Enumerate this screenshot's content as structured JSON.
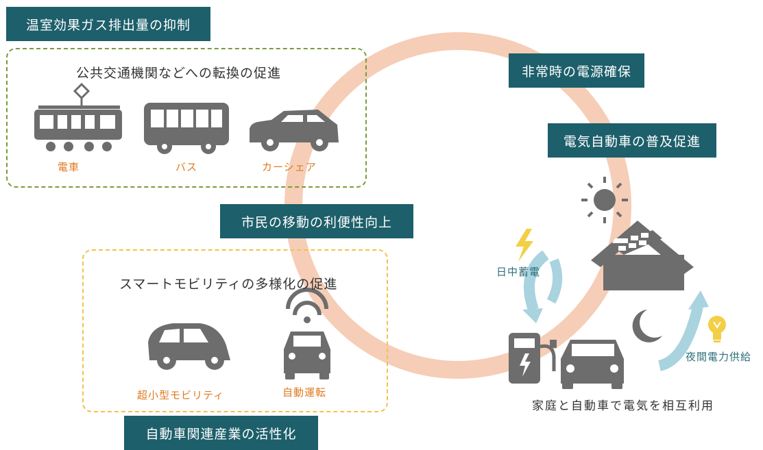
{
  "labels": {
    "ghg": "温室効果ガス排出量の抑制",
    "emergency": "非常時の電源確保",
    "ev": "電気自動車の普及促進",
    "mobility": "市民の移動の利便性向上",
    "industry": "自動車関連産業の活性化"
  },
  "public_transport": {
    "heading": "公共交通機関などへの転換の促進",
    "items": [
      "電車",
      "バス",
      "カーシェア"
    ]
  },
  "smart_mobility": {
    "heading": "スマートモビリティの多様化の促進",
    "items": [
      "超小型モビリティ",
      "自動運転"
    ]
  },
  "energy": {
    "day": "日中蓄電",
    "night": "夜間電力供給",
    "caption": "家庭と自動車で電気を相互利用"
  },
  "colors": {
    "label_bg": "#1d5f6a",
    "ring": "#f6cdb7",
    "icon": "#6d6d6d",
    "accent": "#e07a1f",
    "arrow": "#a8d3df"
  }
}
